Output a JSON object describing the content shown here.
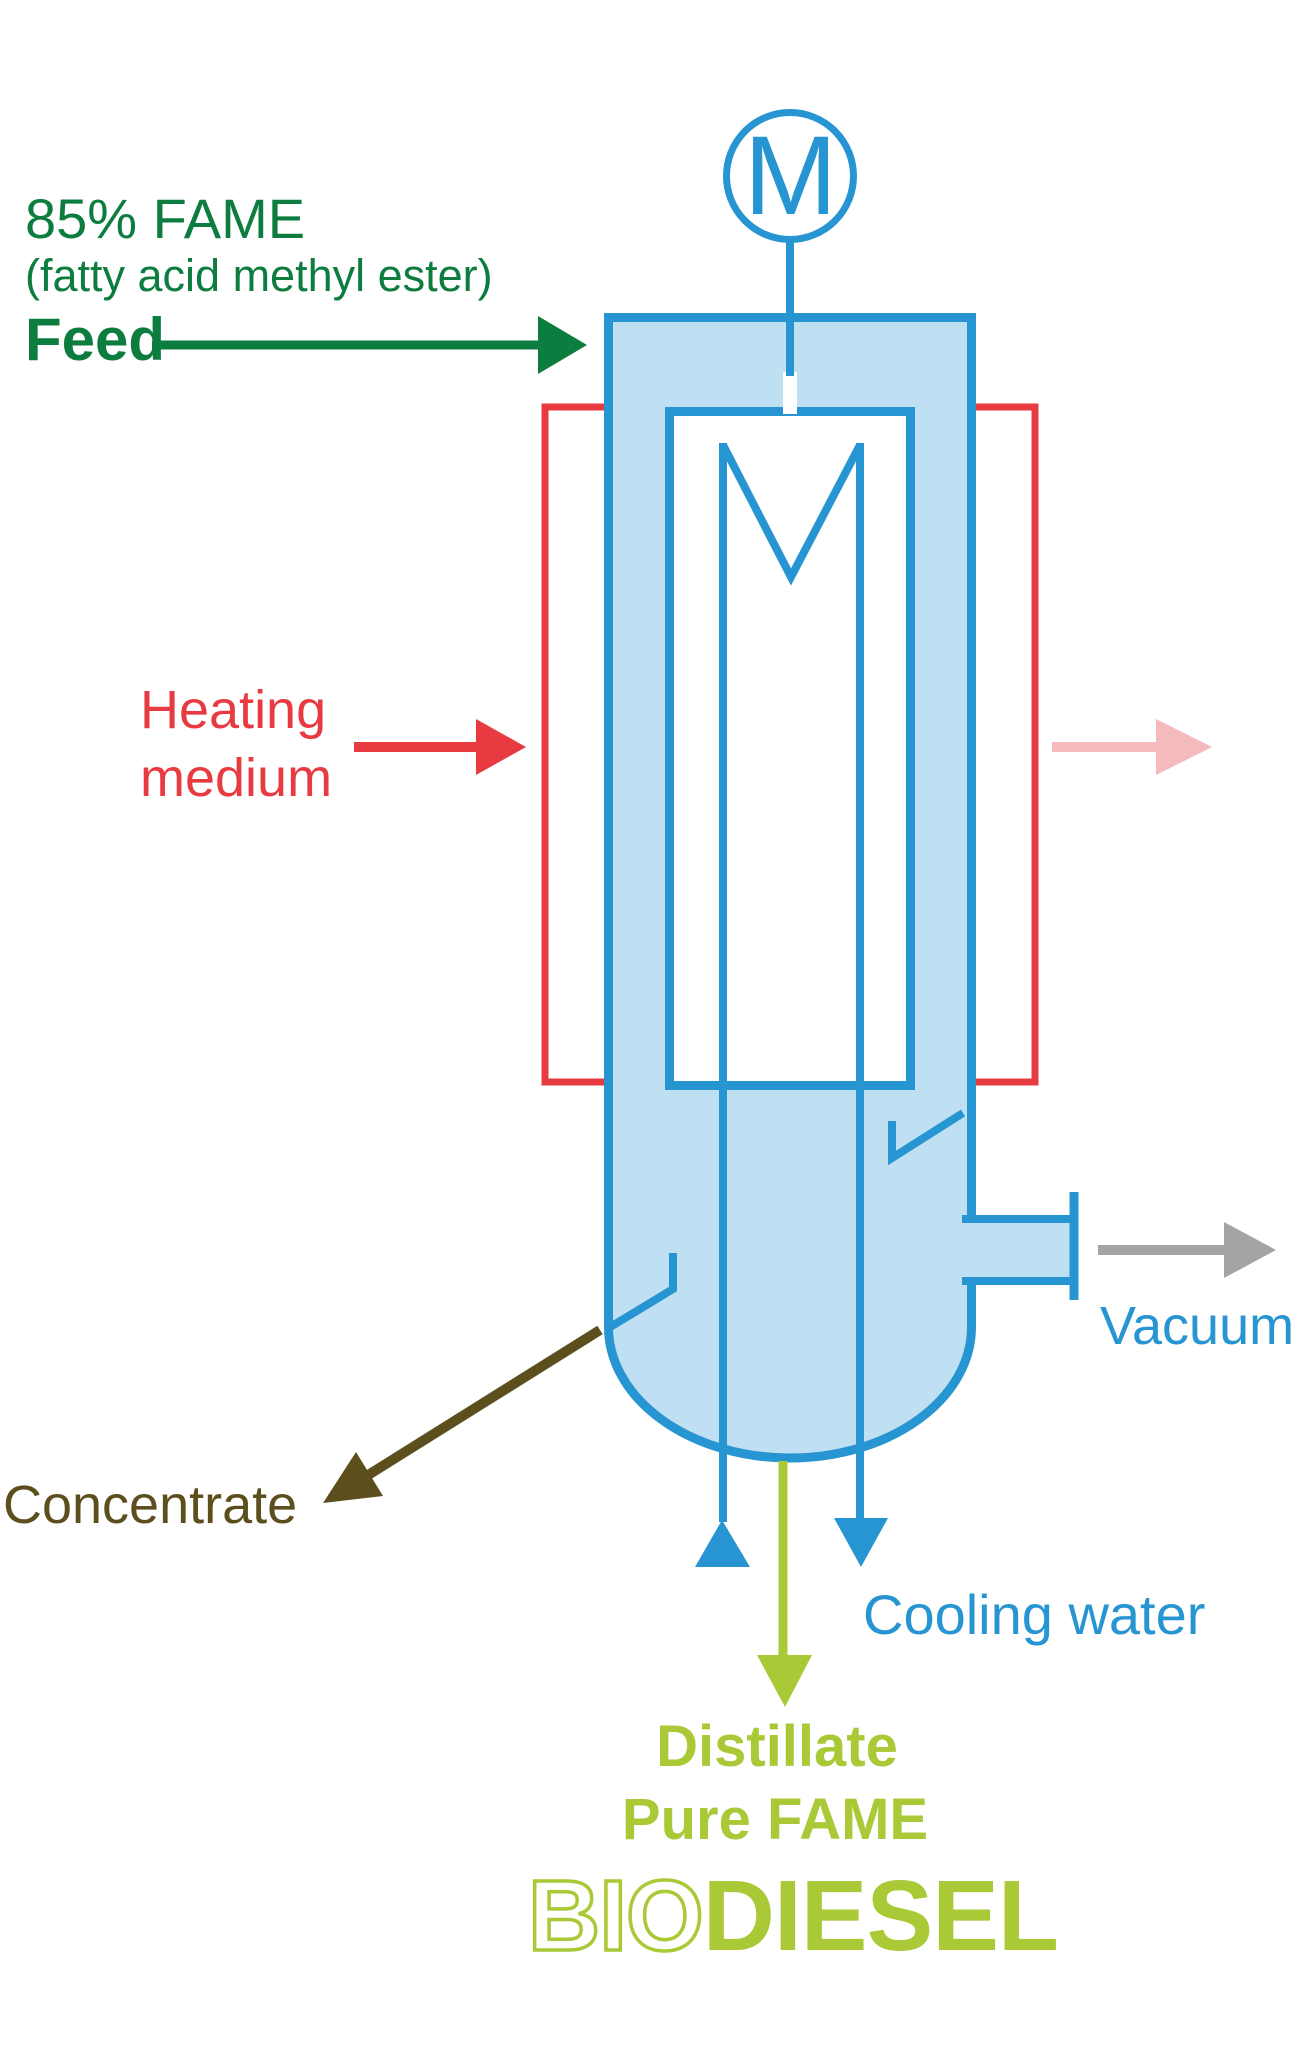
{
  "title": "Biodiesel wiped-film evaporator process diagram",
  "motor": {
    "symbol": "M"
  },
  "feed": {
    "line1": "85% FAME",
    "line2": "(fatty acid methyl ester)",
    "line3": "Feed"
  },
  "heating": {
    "line1": "Heating",
    "line2": "medium"
  },
  "streams": {
    "vacuum_label": "Vacuum",
    "concentrate_label": "Concentrate",
    "cooling_water_label": "Cooling water",
    "distillate_label": "Distillate",
    "pure_fame_label": "Pure FAME"
  },
  "wordmark": {
    "outlined_part": "BIO",
    "solid_part": "DIESEL"
  },
  "colors": {
    "equipment_blue": "#2795d2",
    "vessel_fill_light_blue": "#bfe0f2",
    "feed_green": "#0d7c3f",
    "heating_red": "#e83b41",
    "heating_out_pink": "#f5babe",
    "vacuum_gray": "#a2a4a6",
    "concentrate_olive": "#5d4f1d",
    "distillate_lime": "#a9c937",
    "background": "#ffffff"
  }
}
